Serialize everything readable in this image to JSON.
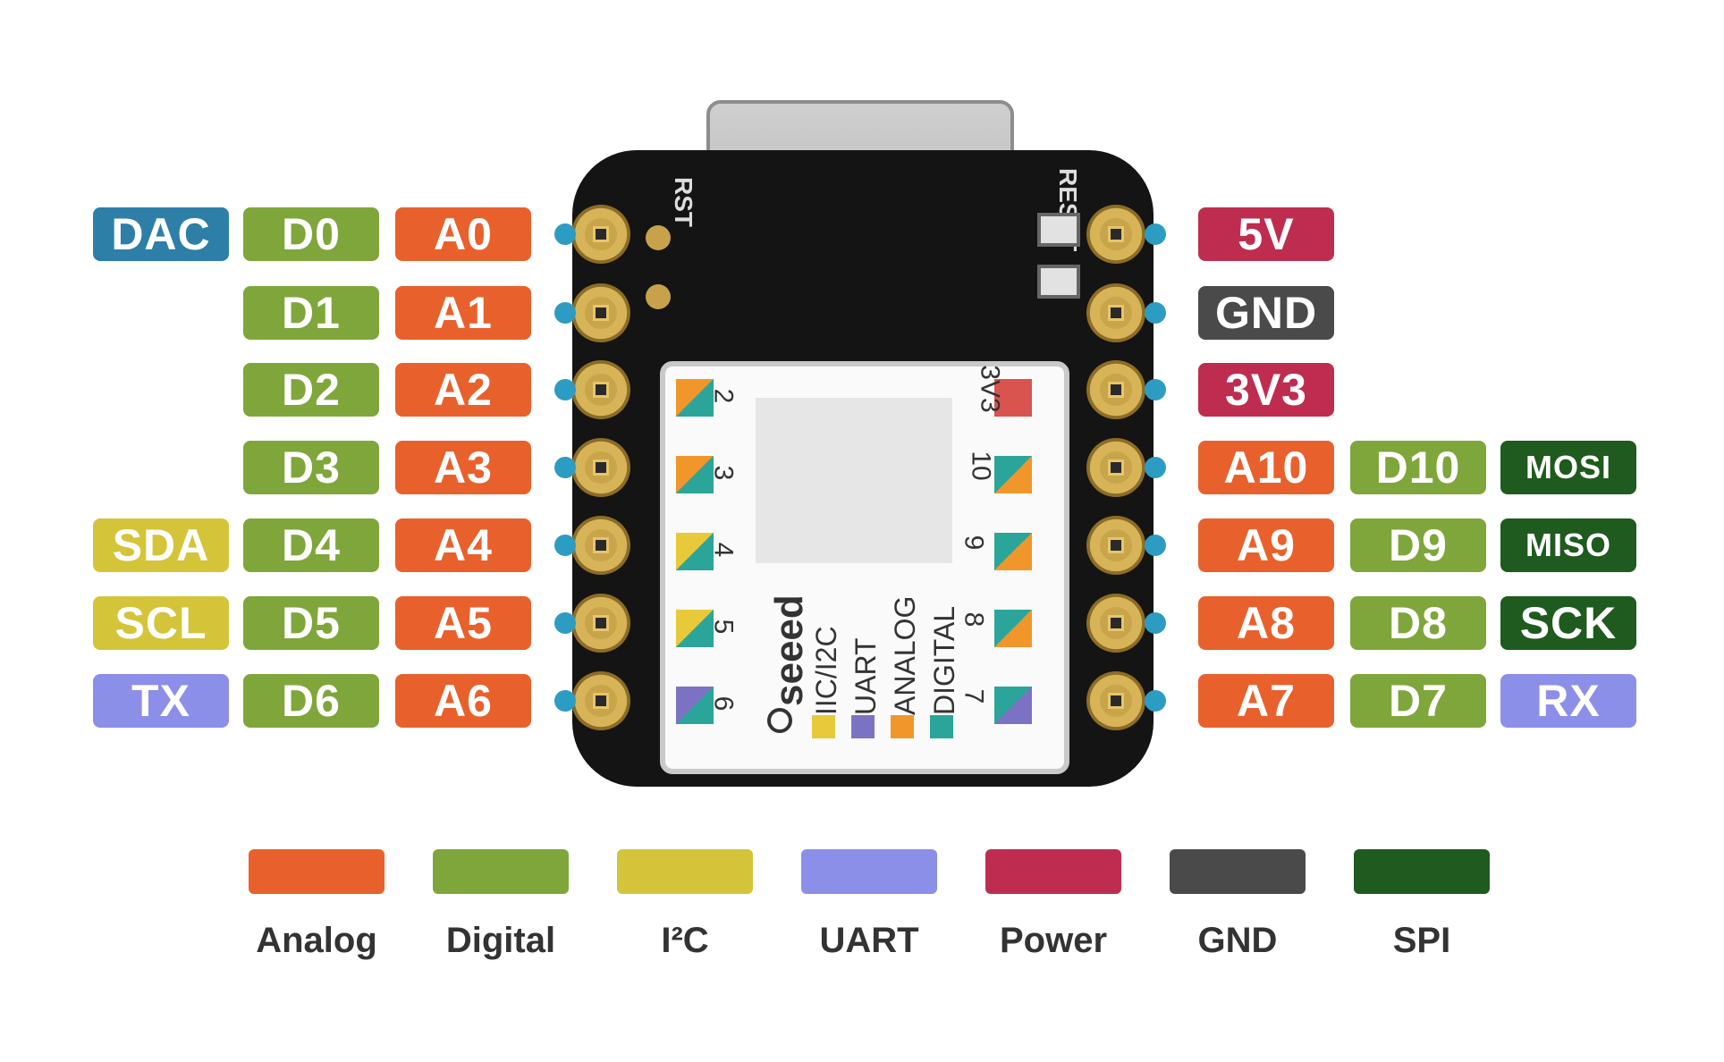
{
  "colors": {
    "analog": "#E8612C",
    "digital": "#7FA63A",
    "i2c": "#D4C43A",
    "uart": "#8C8FE8",
    "power": "#BE2D4F",
    "gnd": "#4A4A4A",
    "spi": "#1F5A1E",
    "dac": "#2D7FA7",
    "pin_dot": "#2D9CC2"
  },
  "left_pins": [
    {
      "extra": "DAC",
      "extra_type": "dac",
      "digital": "D0",
      "analog": "A0"
    },
    {
      "extra": "",
      "extra_type": "",
      "digital": "D1",
      "analog": "A1"
    },
    {
      "extra": "",
      "extra_type": "",
      "digital": "D2",
      "analog": "A2"
    },
    {
      "extra": "",
      "extra_type": "",
      "digital": "D3",
      "analog": "A3"
    },
    {
      "extra": "SDA",
      "extra_type": "i2c",
      "digital": "D4",
      "analog": "A4"
    },
    {
      "extra": "SCL",
      "extra_type": "i2c",
      "digital": "D5",
      "analog": "A5"
    },
    {
      "extra": "TX",
      "extra_type": "uart",
      "digital": "D6",
      "analog": "A6"
    }
  ],
  "right_pins": [
    {
      "first": "5V",
      "first_type": "power",
      "digital": "",
      "extra": "",
      "extra_type": ""
    },
    {
      "first": "GND",
      "first_type": "gnd",
      "digital": "",
      "extra": "",
      "extra_type": ""
    },
    {
      "first": "3V3",
      "first_type": "power",
      "digital": "",
      "extra": "",
      "extra_type": ""
    },
    {
      "first": "A10",
      "first_type": "analog",
      "digital": "D10",
      "extra": "MOSI",
      "extra_type": "spi"
    },
    {
      "first": "A9",
      "first_type": "analog",
      "digital": "D9",
      "extra": "MISO",
      "extra_type": "spi"
    },
    {
      "first": "A8",
      "first_type": "analog",
      "digital": "D8",
      "extra": "SCK",
      "extra_type": "spi"
    },
    {
      "first": "A7",
      "first_type": "analog",
      "digital": "D7",
      "extra": "RX",
      "extra_type": "uart"
    }
  ],
  "board": {
    "silk_rst": "RST",
    "silk_reset": "RESET",
    "shield_left_numbers": [
      "2",
      "3",
      "4",
      "5",
      "6"
    ],
    "shield_right_numbers": [
      "3V3",
      "10",
      "9",
      "8",
      "7"
    ],
    "brand": "seeed",
    "shield_legend": [
      "IIC/I2C",
      "UART",
      "ANALOG",
      "DIGITAL"
    ]
  },
  "legend": [
    {
      "label": "Analog",
      "type": "analog"
    },
    {
      "label": "Digital",
      "type": "digital"
    },
    {
      "label": "I²C",
      "type": "i2c"
    },
    {
      "label": "UART",
      "type": "uart"
    },
    {
      "label": "Power",
      "type": "power"
    },
    {
      "label": "GND",
      "type": "gnd"
    },
    {
      "label": "SPI",
      "type": "spi"
    }
  ]
}
